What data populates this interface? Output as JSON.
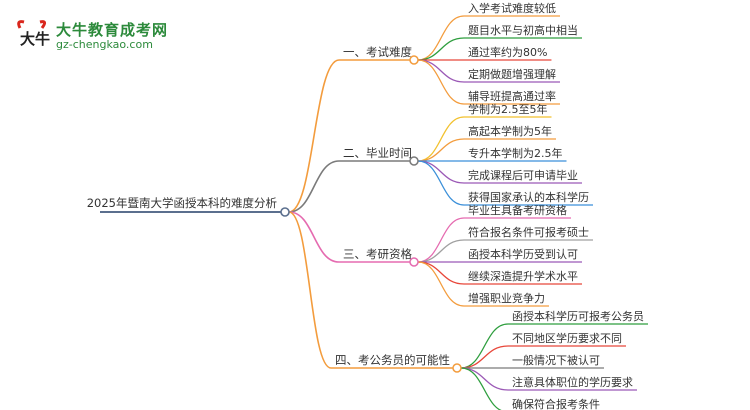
{
  "logo": {
    "title": "大牛教育成考网",
    "url": "gz-chengkao.com",
    "emblem_text": "大牛",
    "accent_color": "#d9261c",
    "text_color": "#2c8a3b"
  },
  "root": {
    "label": "2025年暨南大学函授本科的难度分析",
    "color": "#5b6f8e"
  },
  "branches": [
    {
      "label": "一、考试难度",
      "color": "#f39c3d",
      "children": [
        {
          "label": "入学考试难度较低",
          "color": "#f39c3d"
        },
        {
          "label": "题目水平与初高中相当",
          "color": "#2e9e3e"
        },
        {
          "label": "通过率约为80%",
          "color": "#e8473a"
        },
        {
          "label": "定期做题增强理解",
          "color": "#9b59b6"
        },
        {
          "label": "辅导班提高通过率",
          "color": "#f39c3d"
        }
      ]
    },
    {
      "label": "二、毕业时间",
      "color": "#7a7a7a",
      "children": [
        {
          "label": "学制为2.5至5年",
          "color": "#f2c12e"
        },
        {
          "label": "高起本学制为5年",
          "color": "#f39c3d"
        },
        {
          "label": "专升本学制为2.5年",
          "color": "#3a8fd9"
        },
        {
          "label": "完成课程后可申请毕业",
          "color": "#9b59b6"
        },
        {
          "label": "获得国家承认的本科学历",
          "color": "#3a8fd9"
        }
      ]
    },
    {
      "label": "三、考研资格",
      "color": "#e56bb0",
      "children": [
        {
          "label": "毕业生具备考研资格",
          "color": "#e56bb0"
        },
        {
          "label": "符合报名条件可报考硕士",
          "color": "#a0a0a0"
        },
        {
          "label": "函授本科学历受到认可",
          "color": "#9b59b6"
        },
        {
          "label": "继续深造提升学术水平",
          "color": "#e8473a"
        },
        {
          "label": "增强职业竞争力",
          "color": "#f39c3d"
        }
      ]
    },
    {
      "label": "四、考公务员的可能性",
      "color": "#f39c3d",
      "children": [
        {
          "label": "函授本科学历可报考公务员",
          "color": "#2e9e3e"
        },
        {
          "label": "不同地区学历要求不同",
          "color": "#e8473a"
        },
        {
          "label": "一般情况下被认可",
          "color": "#7a7a7a"
        },
        {
          "label": "注意具体职位的学历要求",
          "color": "#9b59b6"
        },
        {
          "label": "确保符合报考条件",
          "color": "#2e9e3e"
        }
      ]
    }
  ]
}
